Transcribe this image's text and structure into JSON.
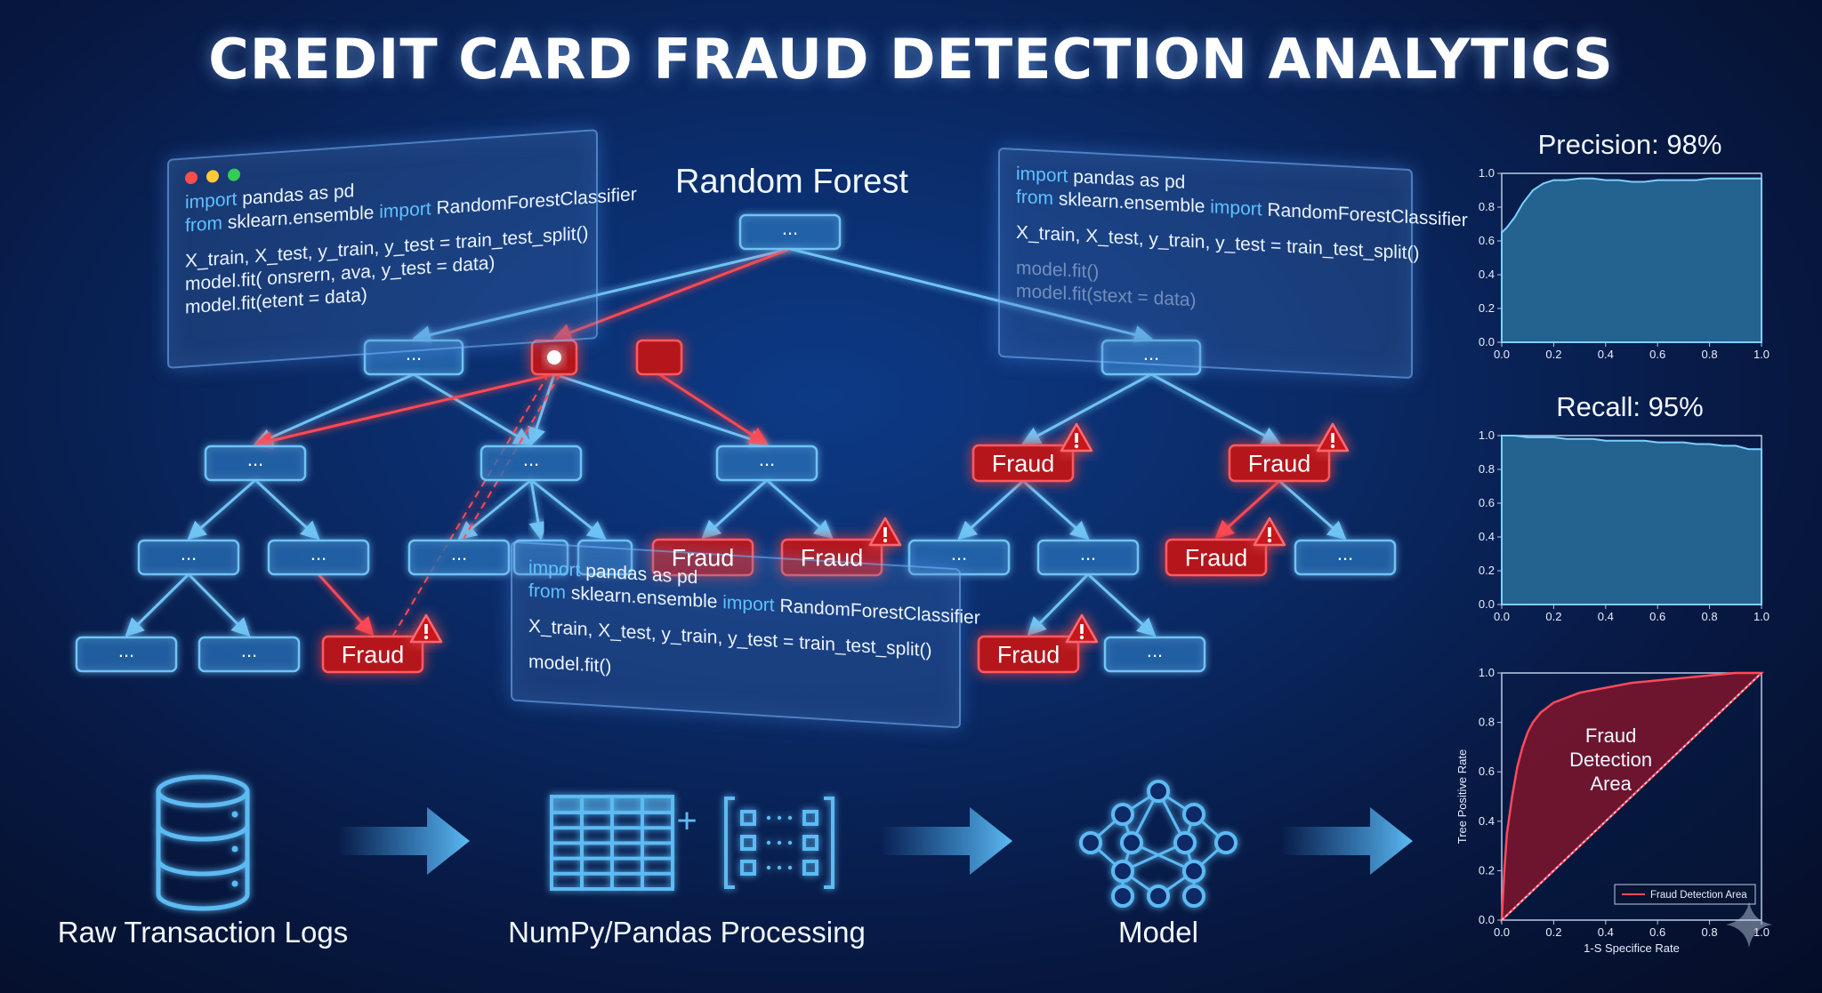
{
  "title": "CREDIT CARD FRAUD DETECTION ANALYTICS",
  "tree": {
    "label": "Random Forest",
    "node_placeholder": "...",
    "fraud_label": "Fraud"
  },
  "code_panels": [
    {
      "lines": [
        [
          {
            "t": "import",
            "k": true
          },
          {
            "t": " pandas as pd"
          }
        ],
        [
          {
            "t": "from",
            "k": true
          },
          {
            "t": " sklearn.ensemble "
          },
          {
            "t": "import",
            "k": true
          },
          {
            "t": " RandomForestClassifier"
          }
        ],
        [],
        [
          {
            "t": "X_train, X_test, y_train, y_test = train_test_split()"
          }
        ],
        [
          {
            "t": "model.fit( onsrern, ava, y_test = data)"
          }
        ],
        [
          {
            "t": "model.fit(etent = data)"
          }
        ]
      ]
    },
    {
      "lines": [
        [
          {
            "t": "import",
            "k": true
          },
          {
            "t": " pandas as pd"
          }
        ],
        [
          {
            "t": "from",
            "k": true
          },
          {
            "t": " sklearn.ensemble "
          },
          {
            "t": "import",
            "k": true
          },
          {
            "t": " RandomForestClassifier"
          }
        ],
        [],
        [
          {
            "t": "X_train, X_test, y_train, y_test = train_test_split()"
          }
        ],
        [],
        [
          {
            "t": "model.fit()",
            "d": true
          }
        ],
        [
          {
            "t": "model.fit(stext = data)",
            "d": true
          }
        ]
      ]
    },
    {
      "lines": [
        [
          {
            "t": "import",
            "k": true
          },
          {
            "t": " pandas as pd"
          }
        ],
        [
          {
            "t": "from",
            "k": true
          },
          {
            "t": " sklearn.ensemble "
          },
          {
            "t": "import",
            "k": true
          },
          {
            "t": " RandomForestClassifier"
          }
        ],
        [],
        [
          {
            "t": "X_train, X_test, y_train, y_test = train_test_split()"
          }
        ],
        [],
        [
          {
            "t": "model.fit()"
          }
        ]
      ]
    }
  ],
  "pipeline": {
    "steps": [
      {
        "label": "Raw Transaction Logs",
        "icon": "database-icon"
      },
      {
        "label": "NumPy/Pandas Processing",
        "icon": "table-matrix-icon"
      },
      {
        "label": "Model",
        "icon": "neural-network-icon"
      }
    ],
    "plus": "+"
  },
  "colors": {
    "accent_blue": "#5fb4f0",
    "fraud_red": "#e0303a",
    "kw_blue": "#5fc1ff",
    "chart_fill": "#24628f"
  },
  "chart_data": [
    {
      "type": "area",
      "title": "Precision: 98%",
      "x": [
        0.0,
        0.02,
        0.05,
        0.08,
        0.12,
        0.16,
        0.2,
        0.25,
        0.3,
        0.35,
        0.4,
        0.45,
        0.5,
        0.55,
        0.6,
        0.65,
        0.7,
        0.75,
        0.8,
        0.85,
        0.9,
        0.95,
        1.0
      ],
      "y": [
        0.65,
        0.68,
        0.74,
        0.82,
        0.9,
        0.94,
        0.96,
        0.96,
        0.97,
        0.97,
        0.96,
        0.96,
        0.95,
        0.95,
        0.96,
        0.96,
        0.96,
        0.96,
        0.97,
        0.97,
        0.97,
        0.97,
        0.97
      ],
      "xlim": [
        0,
        1
      ],
      "ylim": [
        0,
        1
      ],
      "xticks": [
        "0.0",
        "0.2",
        "0.4",
        "0.6",
        "0.8",
        "1.0"
      ],
      "yticks": [
        "0.0",
        "0.2",
        "0.4",
        "0.6",
        "0.8",
        "1.0"
      ]
    },
    {
      "type": "area",
      "title": "Recall: 95%",
      "x": [
        0.0,
        0.05,
        0.1,
        0.15,
        0.2,
        0.25,
        0.3,
        0.35,
        0.4,
        0.45,
        0.5,
        0.55,
        0.6,
        0.65,
        0.7,
        0.75,
        0.8,
        0.85,
        0.9,
        0.95,
        1.0
      ],
      "y": [
        1.0,
        1.0,
        0.99,
        0.99,
        0.99,
        0.98,
        0.98,
        0.98,
        0.97,
        0.97,
        0.97,
        0.97,
        0.96,
        0.96,
        0.96,
        0.95,
        0.95,
        0.94,
        0.94,
        0.92,
        0.92
      ],
      "xlim": [
        0,
        1
      ],
      "ylim": [
        0,
        1
      ],
      "xticks": [
        "0.0",
        "0.2",
        "0.4",
        "0.6",
        "0.8",
        "1.0"
      ],
      "yticks": [
        "0.0",
        "0.2",
        "0.4",
        "0.6",
        "0.8",
        "1.0"
      ]
    },
    {
      "type": "area",
      "xlabel": "1-S Specifice Rate",
      "ylabel": "Tree Positive Rate",
      "annotation": "Fraud Detection Area",
      "legend": {
        "label": "Fraud Detection Area",
        "placement": "bottom-right"
      },
      "x": [
        0.0,
        0.01,
        0.02,
        0.04,
        0.06,
        0.08,
        0.1,
        0.12,
        0.15,
        0.2,
        0.25,
        0.3,
        0.4,
        0.5,
        0.6,
        0.7,
        0.8,
        0.9,
        1.0
      ],
      "y": [
        0.0,
        0.2,
        0.35,
        0.5,
        0.62,
        0.7,
        0.76,
        0.8,
        0.84,
        0.88,
        0.9,
        0.92,
        0.94,
        0.96,
        0.97,
        0.98,
        0.99,
        1.0,
        1.0
      ],
      "xlim": [
        0,
        1
      ],
      "ylim": [
        0,
        1
      ],
      "xticks": [
        "0.0",
        "0.2",
        "0.4",
        "0.6",
        "0.8",
        "1.0"
      ],
      "yticks": [
        "0.0",
        "0.2",
        "0.4",
        "0.6",
        "0.8",
        "1.0"
      ]
    }
  ]
}
